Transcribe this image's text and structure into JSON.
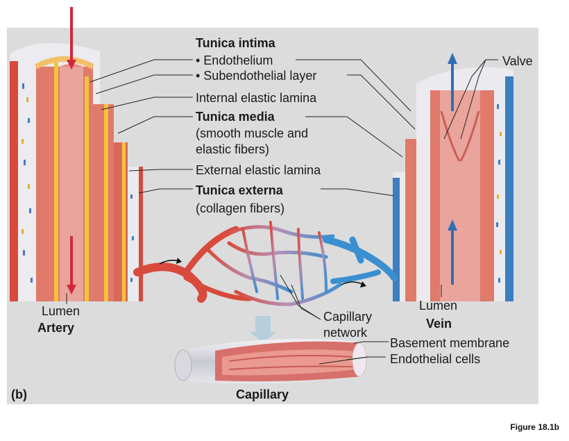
{
  "labels": {
    "tunica_intima": "Tunica intima",
    "endothelium": "• Endothelium",
    "subendothelial": "• Subendothelial layer",
    "internal_elastic": "Internal elastic lamina",
    "tunica_media": "Tunica media",
    "media_desc_1": "(smooth muscle and",
    "media_desc_2": "elastic fibers)",
    "external_elastic": "External elastic lamina",
    "tunica_externa": "Tunica externa",
    "externa_desc": "(collagen fibers)",
    "valve": "Valve",
    "lumen_artery": "Lumen",
    "artery": "Artery",
    "lumen_vein": "Lumen",
    "vein": "Vein",
    "capillary_network_1": "Capillary",
    "capillary_network_2": "network",
    "basement_membrane": "Basement membrane",
    "endothelial_cells": "Endothelial cells",
    "panel": "(b)",
    "capillary": "Capillary",
    "figure": "Figure 18.1b"
  },
  "colors": {
    "panel_bg": "#dcdcdc",
    "artery_red": "#d84a3c",
    "vein_blue": "#3a7fc0",
    "muscle": "#e58a78",
    "lumen_pink": "#e9a49c",
    "elastic_yellow": "#f2c43c",
    "arrow_red": "#d0283a",
    "arrow_blue": "#2e6fb5"
  }
}
